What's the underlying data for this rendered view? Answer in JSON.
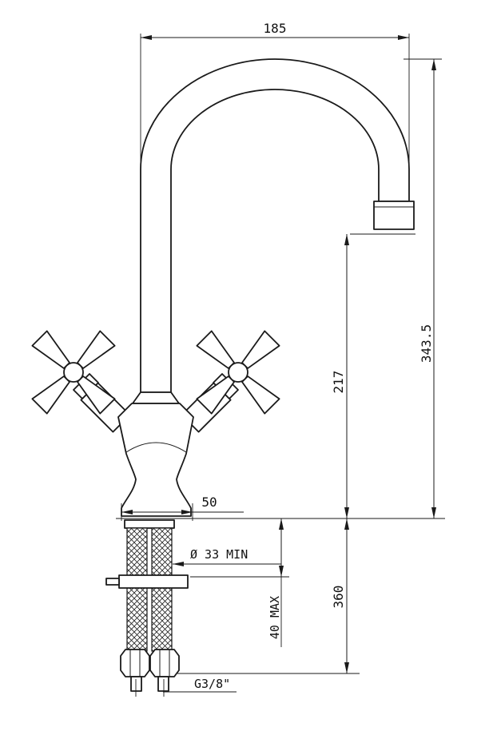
{
  "drawing": {
    "dims": {
      "spout_reach": "185",
      "overall_height": "343.5",
      "outlet_height": "217",
      "base_width": "50",
      "hole_min": "Ø 33 MIN",
      "deck_max": "40 MAX",
      "supply_length": "360",
      "thread": "G3/8\""
    }
  }
}
